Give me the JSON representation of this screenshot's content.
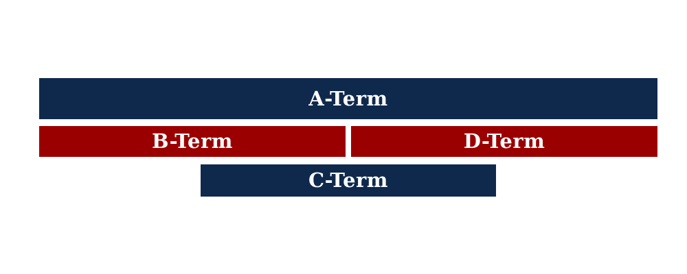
{
  "diagram": {
    "background_color": "#FFFFFF",
    "colors": {
      "navy": "#0F294D",
      "dark_red": "#9B0000",
      "label_text": "#FFFFFF"
    },
    "terms": {
      "a": {
        "label": "A-Term",
        "color": "#0F294D"
      },
      "b": {
        "label": "B-Term",
        "color": "#9B0000"
      },
      "c": {
        "label": "C-Term",
        "color": "#0F294D"
      },
      "d": {
        "label": "D-Term",
        "color": "#9B0000"
      }
    }
  }
}
